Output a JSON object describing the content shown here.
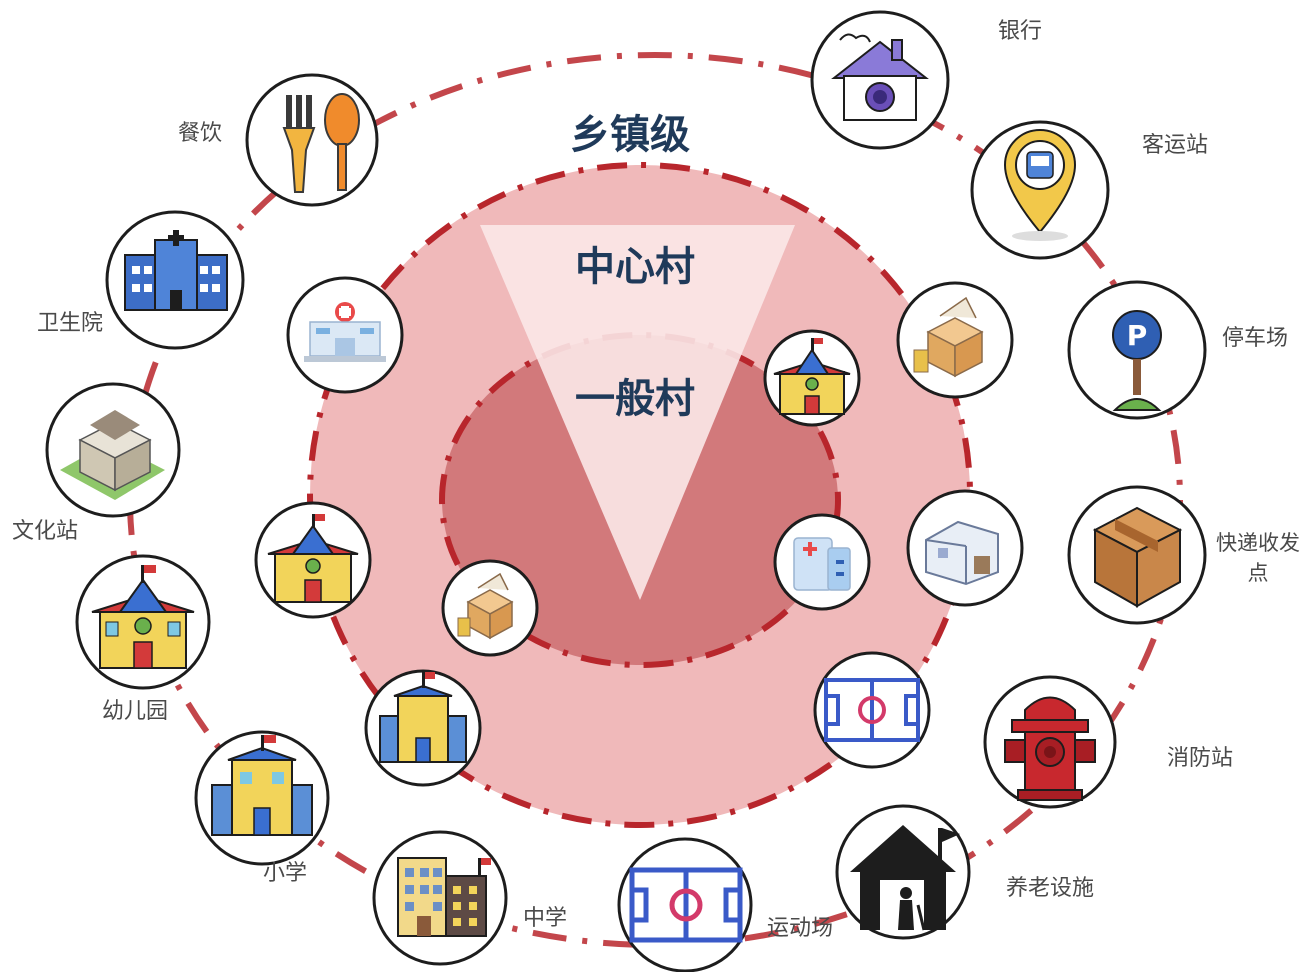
{
  "levels": {
    "township": "乡镇级",
    "central_village": "中心村",
    "general_village": "一般村"
  },
  "facilities": {
    "dining": "餐饮",
    "bank": "银行",
    "bus_station": "客运站",
    "parking": "停车场",
    "express": "快递收发点",
    "fire_station": "消防站",
    "elderly_care": "养老设施",
    "sports_field": "运动场",
    "middle_school": "中学",
    "primary_school": "小学",
    "kindergarten": "幼儿园",
    "culture_station": "文化站",
    "health_center": "卫生院"
  },
  "colors": {
    "outer_dash": "#b8262c",
    "ring_fill": "#f0b9ba",
    "mid_fill": "#e39a9c",
    "inner_fill": "#d2797b",
    "wedge": "#fbe8e8"
  }
}
